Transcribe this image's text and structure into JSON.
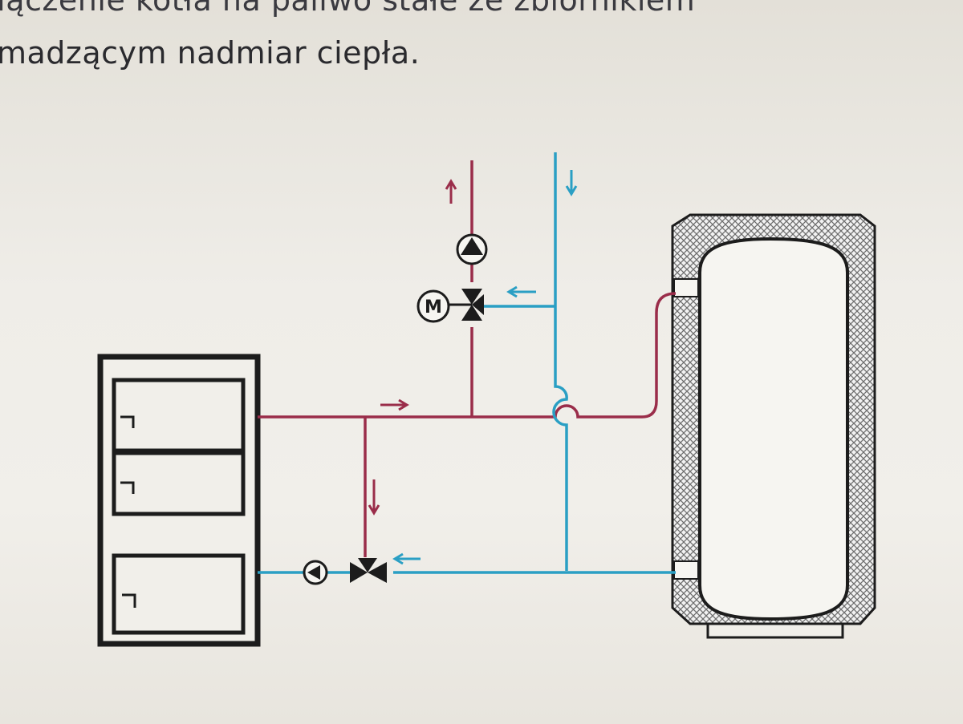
{
  "caption": {
    "line1": "łączenie kotła na paliwo stałe ze zbiornikiem",
    "line2": "madzącym nadmiar ciepła."
  },
  "motor_valve_label": "M",
  "colors": {
    "hot_line": "#9a2d4a",
    "cold_line": "#2a9fc4",
    "outline": "#1c1c1c",
    "insulation": "#8c8c8c"
  },
  "icons": {
    "boiler": "boiler-icon",
    "buffer_tank": "buffer-tank-icon",
    "pump": "pump-icon",
    "three_way_valve": "three-way-valve-icon",
    "motor": "motor-icon",
    "flow_arrow": "arrow-icon"
  }
}
